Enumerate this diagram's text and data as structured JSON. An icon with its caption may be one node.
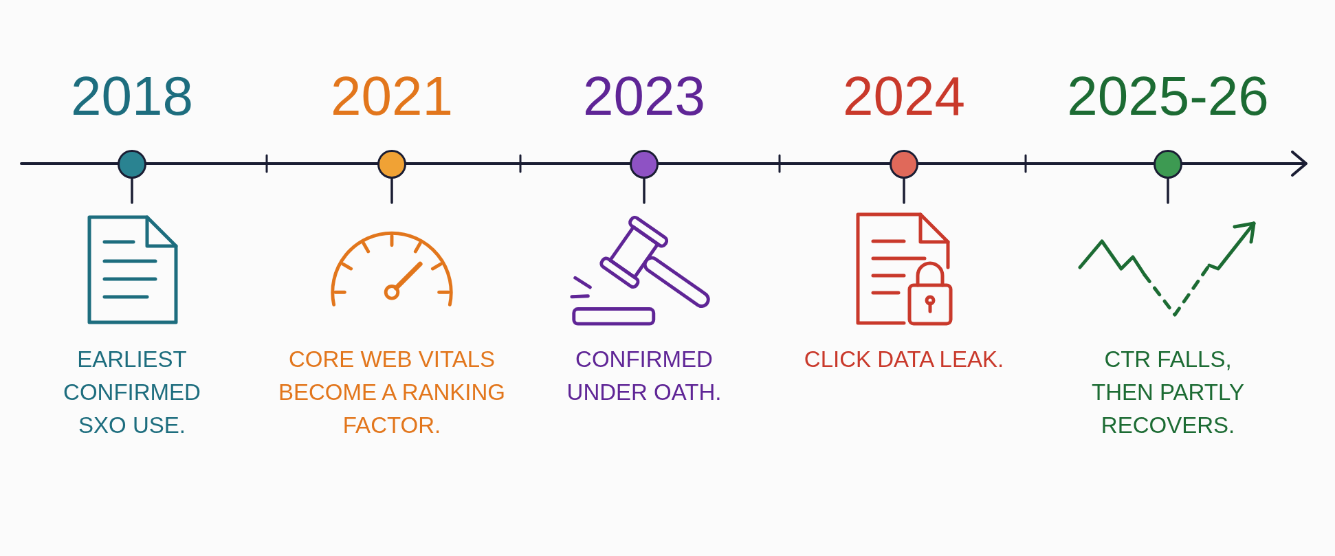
{
  "diagram": {
    "nodes": [
      {
        "text": [
          "2018",
          "EARLIEST CONFIRMED SXO USE."
        ]
      },
      {
        "text": [
          "2021",
          "CORE WEB VITALS BECOME A RANKING FACTOR."
        ]
      },
      {
        "text": [
          "2023",
          "CONFIRMED UNDER OATH."
        ]
      },
      {
        "text": [
          "2024",
          "CLICK DATA LEAK."
        ]
      },
      {
        "text": [
          "2025-26",
          "CTR FALLS, THEN PARTLY RECOVERS."
        ]
      }
    ]
  }
}
